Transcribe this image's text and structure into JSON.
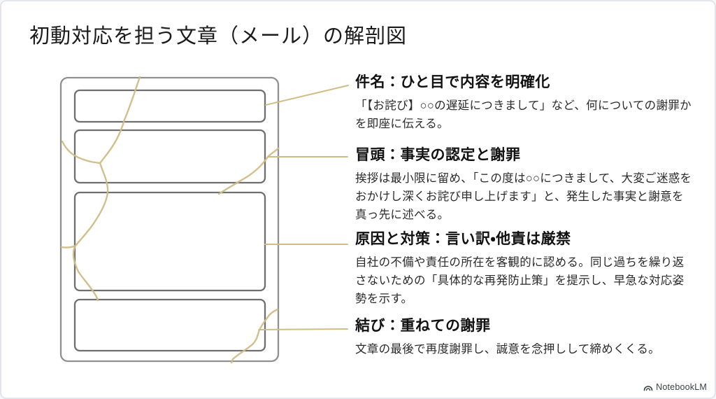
{
  "title": "初動対応を担う文章（メール）の解剖図",
  "sections": [
    {
      "heading": "件名：ひと目で内容を明確化",
      "body": "「【お詫び】○○の遅延につきまして」など、何についての謝罪かを即座に伝える。"
    },
    {
      "heading": "冒頭：事実の認定と謝罪",
      "body": "挨拶は最小限に留め、「この度は○○につきまして、大変ご迷惑をおかけし深くお詫び申し上げます」と、発生した事実と謝意を真っ先に述べる。"
    },
    {
      "heading": "原因と対策：言い訳・他責は厳禁",
      "body": "自社の不備や責任の所在を客観的に認める。同じ過ちを繰り返さないための「具体的な再発防止策」を提示し、早急な対応姿勢を示す。"
    },
    {
      "heading": "結び：重ねての謝罪",
      "body": "文章の最後で再度謝罪し、誠意を念押しして締めくくる。"
    }
  ],
  "diagram": {
    "box_meanings": [
      "件名",
      "冒頭",
      "原因と対策",
      "結び"
    ],
    "style": "kintsugi-cracked-letter"
  },
  "colors": {
    "gold": "#cfbc86",
    "outline_outer": "#909090",
    "outline_inner": "#6f6f6f",
    "card_border": "#e2e6ec"
  },
  "footer": {
    "brand": "NotebookLM"
  }
}
